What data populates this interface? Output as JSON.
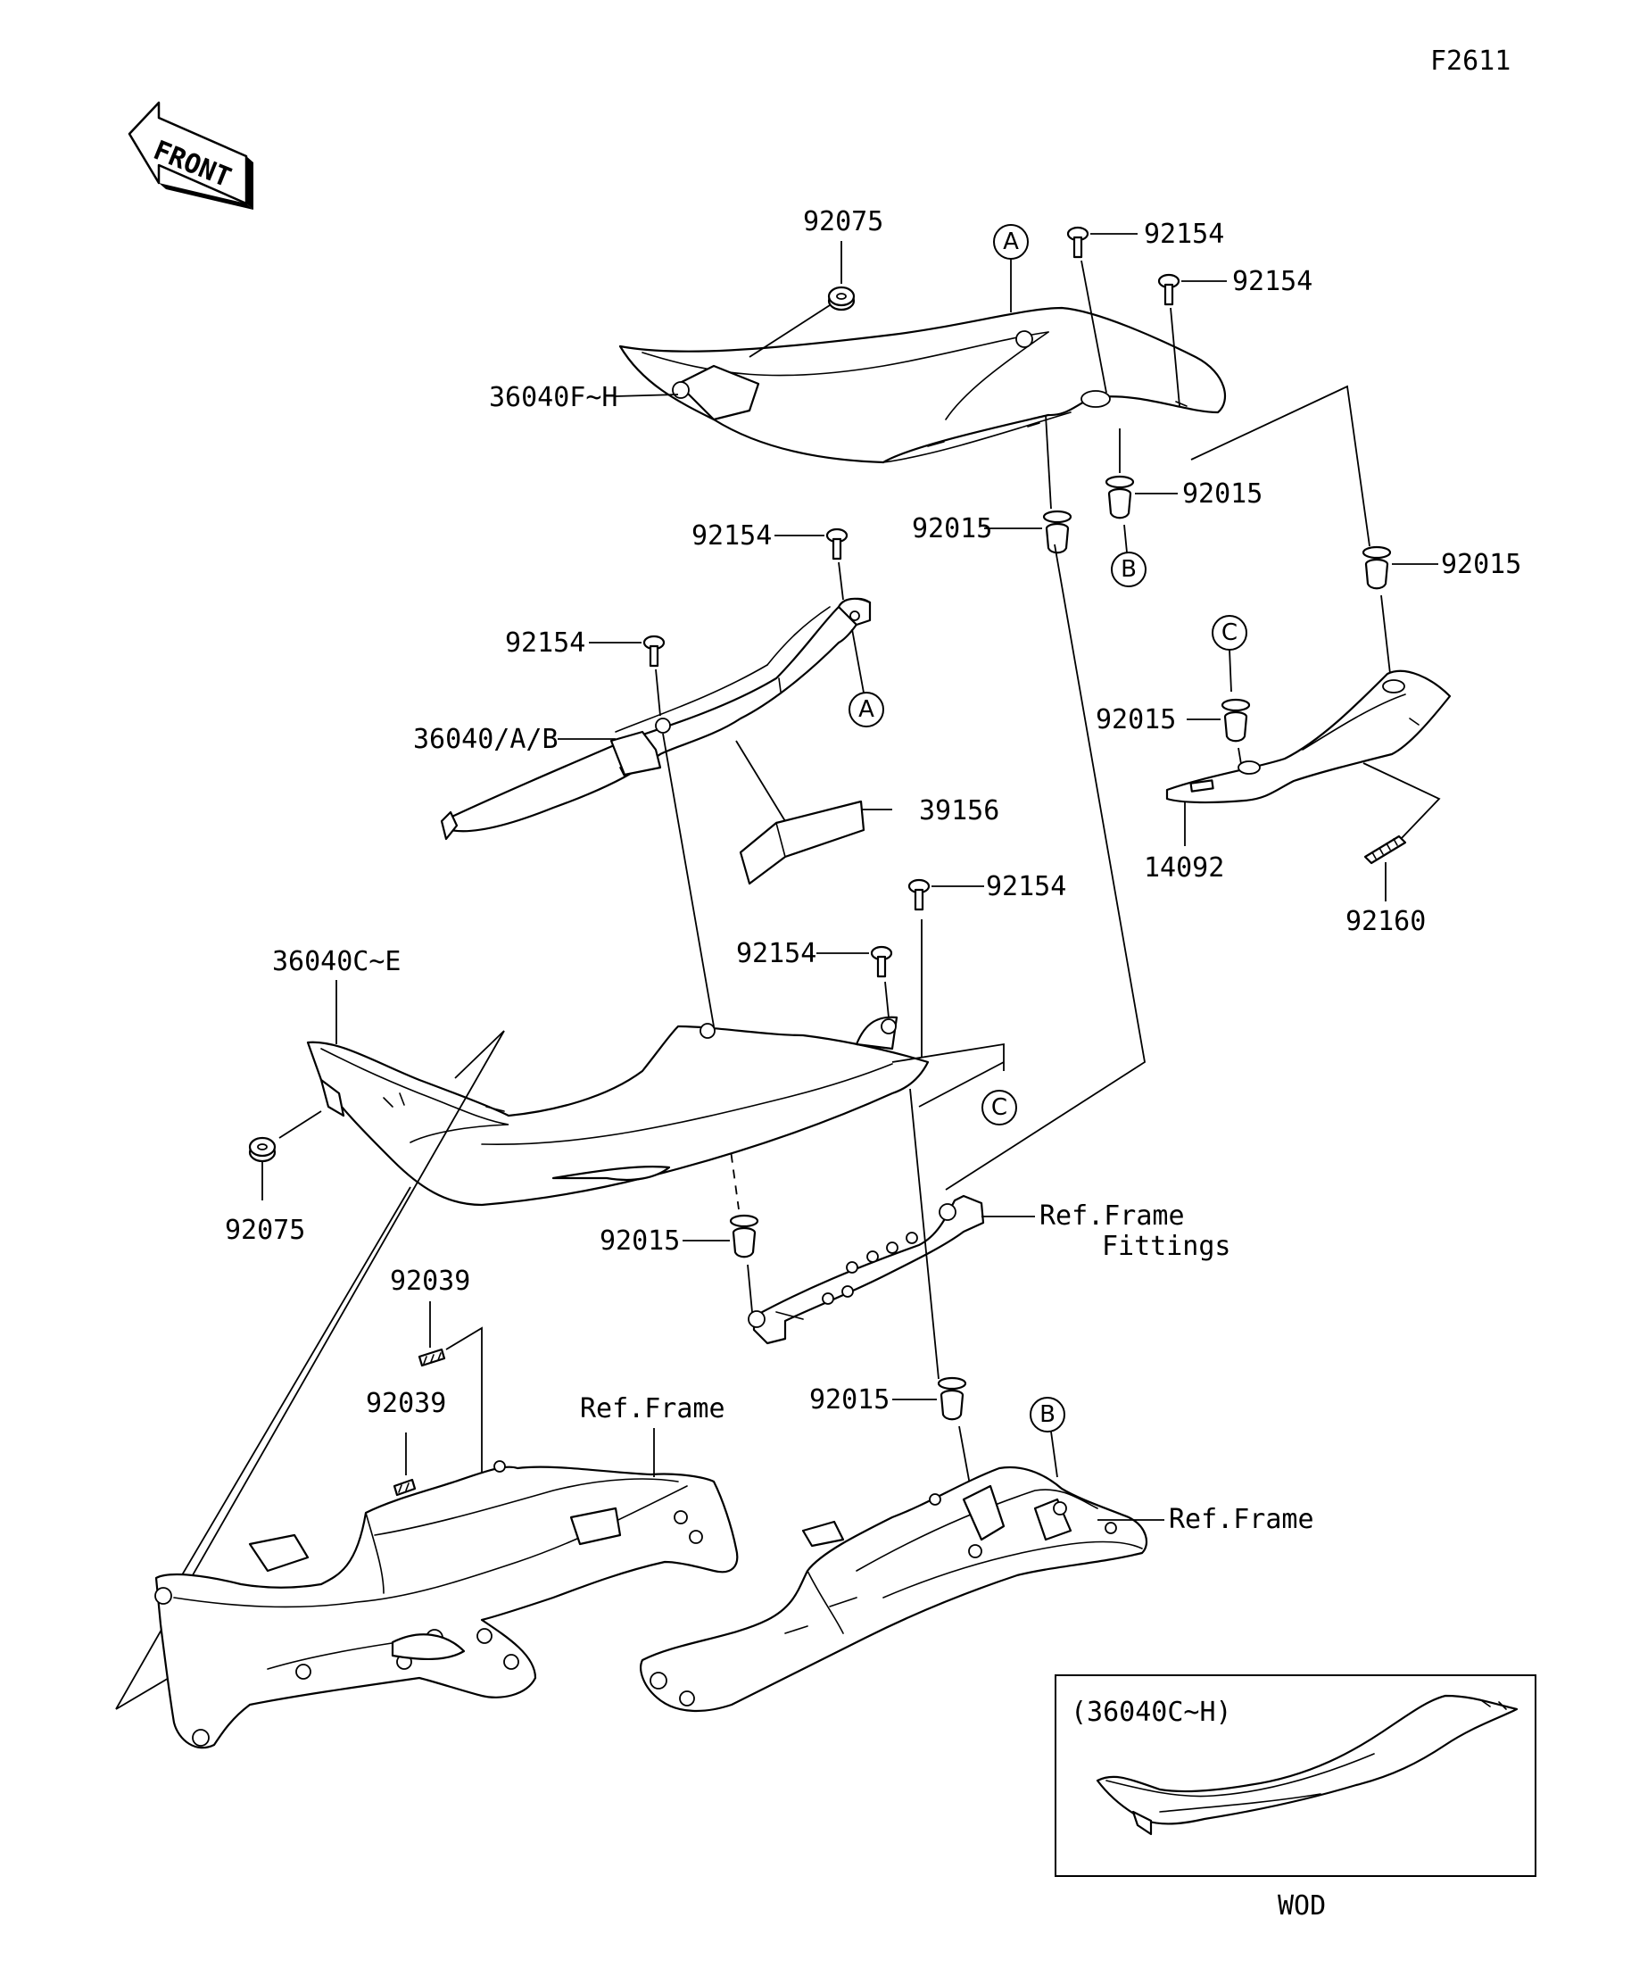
{
  "figure_code": "F2611",
  "front_label": "FRONT",
  "labels": {
    "l92075_top": "92075",
    "l36040FH": "36040F~H",
    "l92154_a": "92154",
    "l92154_b": "92154",
    "l92154_c": "92154",
    "l92154_d": "92154",
    "l92154_e": "92154",
    "l92154_f": "92154",
    "l92015_a": "92015",
    "l92015_b": "92015",
    "l92015_c": "92015",
    "l92015_d": "92015",
    "l92015_e": "92015",
    "l92015_f": "92015",
    "l36040AB": "36040/A/B",
    "l39156": "39156",
    "l14092": "14092",
    "l92160": "92160",
    "l36040CE": "36040C~E",
    "l92075_bottom": "92075",
    "l92039_a": "92039",
    "l92039_b": "92039",
    "ref_frame_fittings_1": "Ref.Frame",
    "ref_frame_fittings_2": "Fittings",
    "ref_frame_left": "Ref.Frame",
    "ref_frame_right": "Ref.Frame"
  },
  "callouts": {
    "a_top": "A",
    "a_mid": "A",
    "b_top": "B",
    "b_bottom": "B",
    "c_top": "C",
    "c_mid": "C"
  },
  "inset": {
    "title": "(36040C~H)",
    "caption": "WOD"
  }
}
